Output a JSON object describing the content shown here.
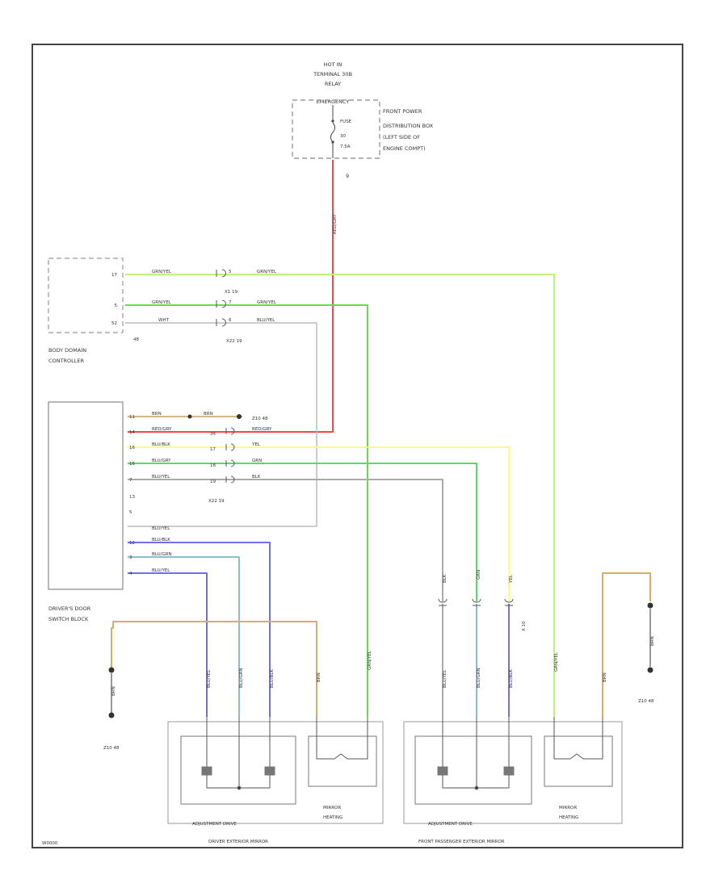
{
  "power": {
    "line1": "HOT IN",
    "line2": "TERMINAL 30B",
    "line3": "RELAY",
    "line4": "EMERGENCY",
    "fuse_label": "FUSE",
    "fuse_num": "30",
    "fuse_amp": "7.5A",
    "pin": "9"
  },
  "pdb_label": [
    "FRONT POWER",
    "DISTRIBUTION BOX",
    "(LEFT SIDE OF",
    "ENGINE COMPT)"
  ],
  "bdc": {
    "name_l1": "BODY DOMAIN",
    "name_l2": "CONTROLLER",
    "pins": [
      "17",
      "5",
      "52"
    ],
    "pin_sub": "48",
    "wires_left": [
      "GRN/YEL",
      "GRN/YEL",
      "WHT"
    ],
    "wires_right": [
      "GRN/YEL",
      "GRN/YEL",
      "BLU/YEL"
    ],
    "conn1": "X1 19",
    "conn2": "X22 19",
    "conn_pins": [
      "5",
      "7",
      "6"
    ]
  },
  "switch": {
    "name_l1": "DRIVER'S DOOR",
    "name_l2": "SWITCH BLOCK",
    "pins": [
      "11",
      "14",
      "16",
      "15",
      "7",
      "13",
      "5",
      "12",
      "3",
      "4"
    ],
    "wires_left": [
      "BRN",
      "RED/GRY",
      "BLU/BLK",
      "BLU/GRY",
      "BLU/YEL",
      "",
      "",
      "BLU/YEL",
      "BLU/BLK",
      "BLU/GRN",
      "BLU/YEL"
    ],
    "inline_pins": [
      "34",
      "17",
      "18",
      "19"
    ],
    "wires_right": [
      "BRN",
      "RED/GRY",
      "YEL",
      "GRN",
      "BLK"
    ],
    "ground": "Z10 48",
    "conn": "X22 19"
  },
  "vertical_wires": {
    "left_ground": "BRN",
    "driver": [
      "BLU/YEL",
      "BLU/GRN",
      "BLU/BLK",
      "BRN",
      "GRN/YEL"
    ],
    "passenger": [
      "BLU/YEL",
      "BLU/GRN",
      "BLU/BLK",
      "GRN/YEL",
      "BRN"
    ],
    "pass_top": [
      "BLK",
      "GRN",
      "YEL"
    ],
    "right_ground": "BRN",
    "fuse_red": "RED/GRY",
    "x10": "X 10"
  },
  "grounds": {
    "left": "Z10 48",
    "right": "Z10 48"
  },
  "mirrors": {
    "adjust_l": "ADJUSTMENT DRIVE",
    "heat_l1": "MIRROR",
    "heat_l2": "HEATING",
    "group_l": "DRIVER EXTERIOR MIRROR",
    "adjust_r": "ADJUSTMENT DRIVE",
    "heat_r1": "MIRROR",
    "heat_r2": "HEATING",
    "group_r": "FRONT PASSENGER EXTERIOR MIRROR"
  },
  "footer_code": "W0000"
}
